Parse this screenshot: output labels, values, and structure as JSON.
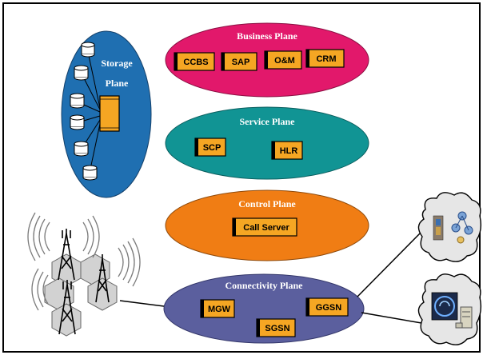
{
  "planes": {
    "storage": {
      "label_line1": "Storage",
      "label_line2": "Plane",
      "color": "#1f6fb1"
    },
    "business": {
      "label": "Business Plane",
      "color": "#e2186b",
      "boxes": [
        "CCBS",
        "SAP",
        "O&M",
        "CRM"
      ]
    },
    "service": {
      "label": "Service Plane",
      "color": "#119494",
      "boxes": [
        "SCP",
        "HLR"
      ]
    },
    "control": {
      "label": "Control Plane",
      "color": "#f07d14",
      "boxes": [
        "Call Server"
      ]
    },
    "connectivity": {
      "label": "Connectivity Plane",
      "color": "#5b5f9e",
      "boxes": [
        "MGW",
        "SGSN",
        "GGSN"
      ]
    }
  },
  "colors": {
    "box_fill": "#f5a623",
    "frame": "#000000"
  },
  "icons": [
    "cell-tower-icon",
    "cloud-icon",
    "server-icon",
    "database-icon",
    "rack-server-icon"
  ]
}
